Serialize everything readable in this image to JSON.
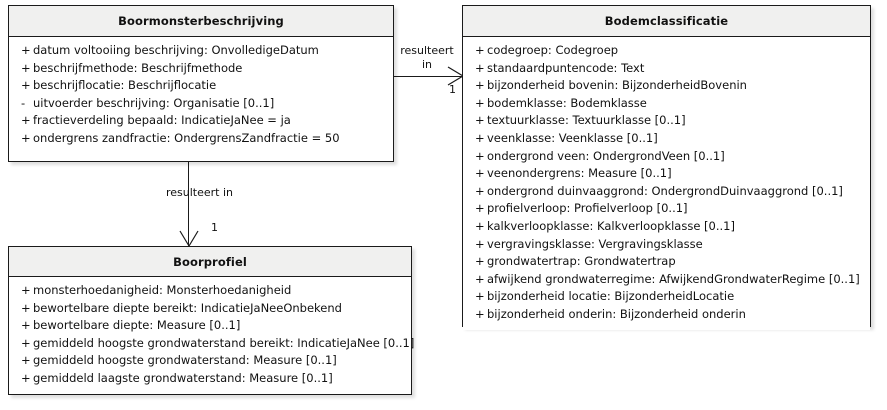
{
  "diagram": {
    "type": "uml-class-diagram",
    "background_color": "#ffffff",
    "line_color": "#1a1a1a",
    "header_fill": "#f0f0ef",
    "body_fill": "#ffffff"
  },
  "classes": [
    {
      "id": "boormonsterbeschrijving",
      "name": "Boormonsterbeschrijving",
      "attributes": [
        {
          "visibility": "+",
          "text": "datum voltooiing beschrijving: OnvolledigeDatum"
        },
        {
          "visibility": "+",
          "text": "beschrijfmethode: Beschrijfmethode"
        },
        {
          "visibility": "+",
          "text": "beschrijflocatie: Beschrijflocatie"
        },
        {
          "visibility": "-",
          "text": "uitvoerder beschrijving: Organisatie [0..1]"
        },
        {
          "visibility": "+",
          "text": "fractieverdeling bepaald: IndicatieJaNee = ja"
        },
        {
          "visibility": "+",
          "text": "ondergrens zandfractie: OndergrensZandfractie = 50"
        }
      ]
    },
    {
      "id": "bodemclassificatie",
      "name": "Bodemclassificatie",
      "attributes": [
        {
          "visibility": "+",
          "text": "codegroep: Codegroep"
        },
        {
          "visibility": "+",
          "text": "standaardpuntencode: Text"
        },
        {
          "visibility": "+",
          "text": "bijzonderheid bovenin: BijzonderheidBovenin"
        },
        {
          "visibility": "+",
          "text": "bodemklasse: Bodemklasse"
        },
        {
          "visibility": "+",
          "text": "textuurklasse: Textuurklasse [0..1]"
        },
        {
          "visibility": "+",
          "text": "veenklasse: Veenklasse [0..1]"
        },
        {
          "visibility": "+",
          "text": "ondergrond veen: OndergrondVeen [0..1]"
        },
        {
          "visibility": "+",
          "text": "veenondergrens: Measure [0..1]"
        },
        {
          "visibility": "+",
          "text": "ondergrond duinvaaggrond: OndergrondDuinvaaggrond [0..1]"
        },
        {
          "visibility": "+",
          "text": "profielverloop: Profielverloop [0..1]"
        },
        {
          "visibility": "+",
          "text": "kalkverloopklasse: Kalkverloopklasse [0..1]"
        },
        {
          "visibility": "+",
          "text": "vergravingsklasse: Vergravingsklasse"
        },
        {
          "visibility": "+",
          "text": "grondwatertrap: Grondwatertrap"
        },
        {
          "visibility": "+",
          "text": "afwijkend grondwaterregime: AfwijkendGrondwaterRegime [0..1]"
        },
        {
          "visibility": "+",
          "text": "bijzonderheid locatie: BijzonderheidLocatie"
        },
        {
          "visibility": "+",
          "text": "bijzonderheid onderin: Bijzonderheid onderin"
        }
      ]
    },
    {
      "id": "boorprofiel",
      "name": "Boorprofiel",
      "attributes": [
        {
          "visibility": "+",
          "text": "monsterhoedanigheid: Monsterhoedanigheid"
        },
        {
          "visibility": "+",
          "text": "bewortelbare diepte bereikt: IndicatieJaNeeOnbekend"
        },
        {
          "visibility": "+",
          "text": "bewortelbare diepte: Measure [0..1]"
        },
        {
          "visibility": "+",
          "text": "gemiddeld hoogste grondwaterstand bereikt: IndicatieJaNee [0..1]"
        },
        {
          "visibility": "+",
          "text": "gemiddeld hoogste grondwaterstand: Measure [0..1]"
        },
        {
          "visibility": "+",
          "text": "gemiddeld laagste grondwaterstand: Measure [0..1]"
        }
      ]
    }
  ],
  "associations": [
    {
      "id": "assoc-horizontal",
      "from": "boormonsterbeschrijving",
      "to": "bodemclassificatie",
      "label_line1": "resulteert",
      "label_line2": "in",
      "target_multiplicity": "1",
      "arrow": "open"
    },
    {
      "id": "assoc-vertical",
      "from": "boormonsterbeschrijving",
      "to": "boorprofiel",
      "label_line1": "resulteert in",
      "label_line2": "",
      "target_multiplicity": "1",
      "arrow": "open"
    }
  ]
}
